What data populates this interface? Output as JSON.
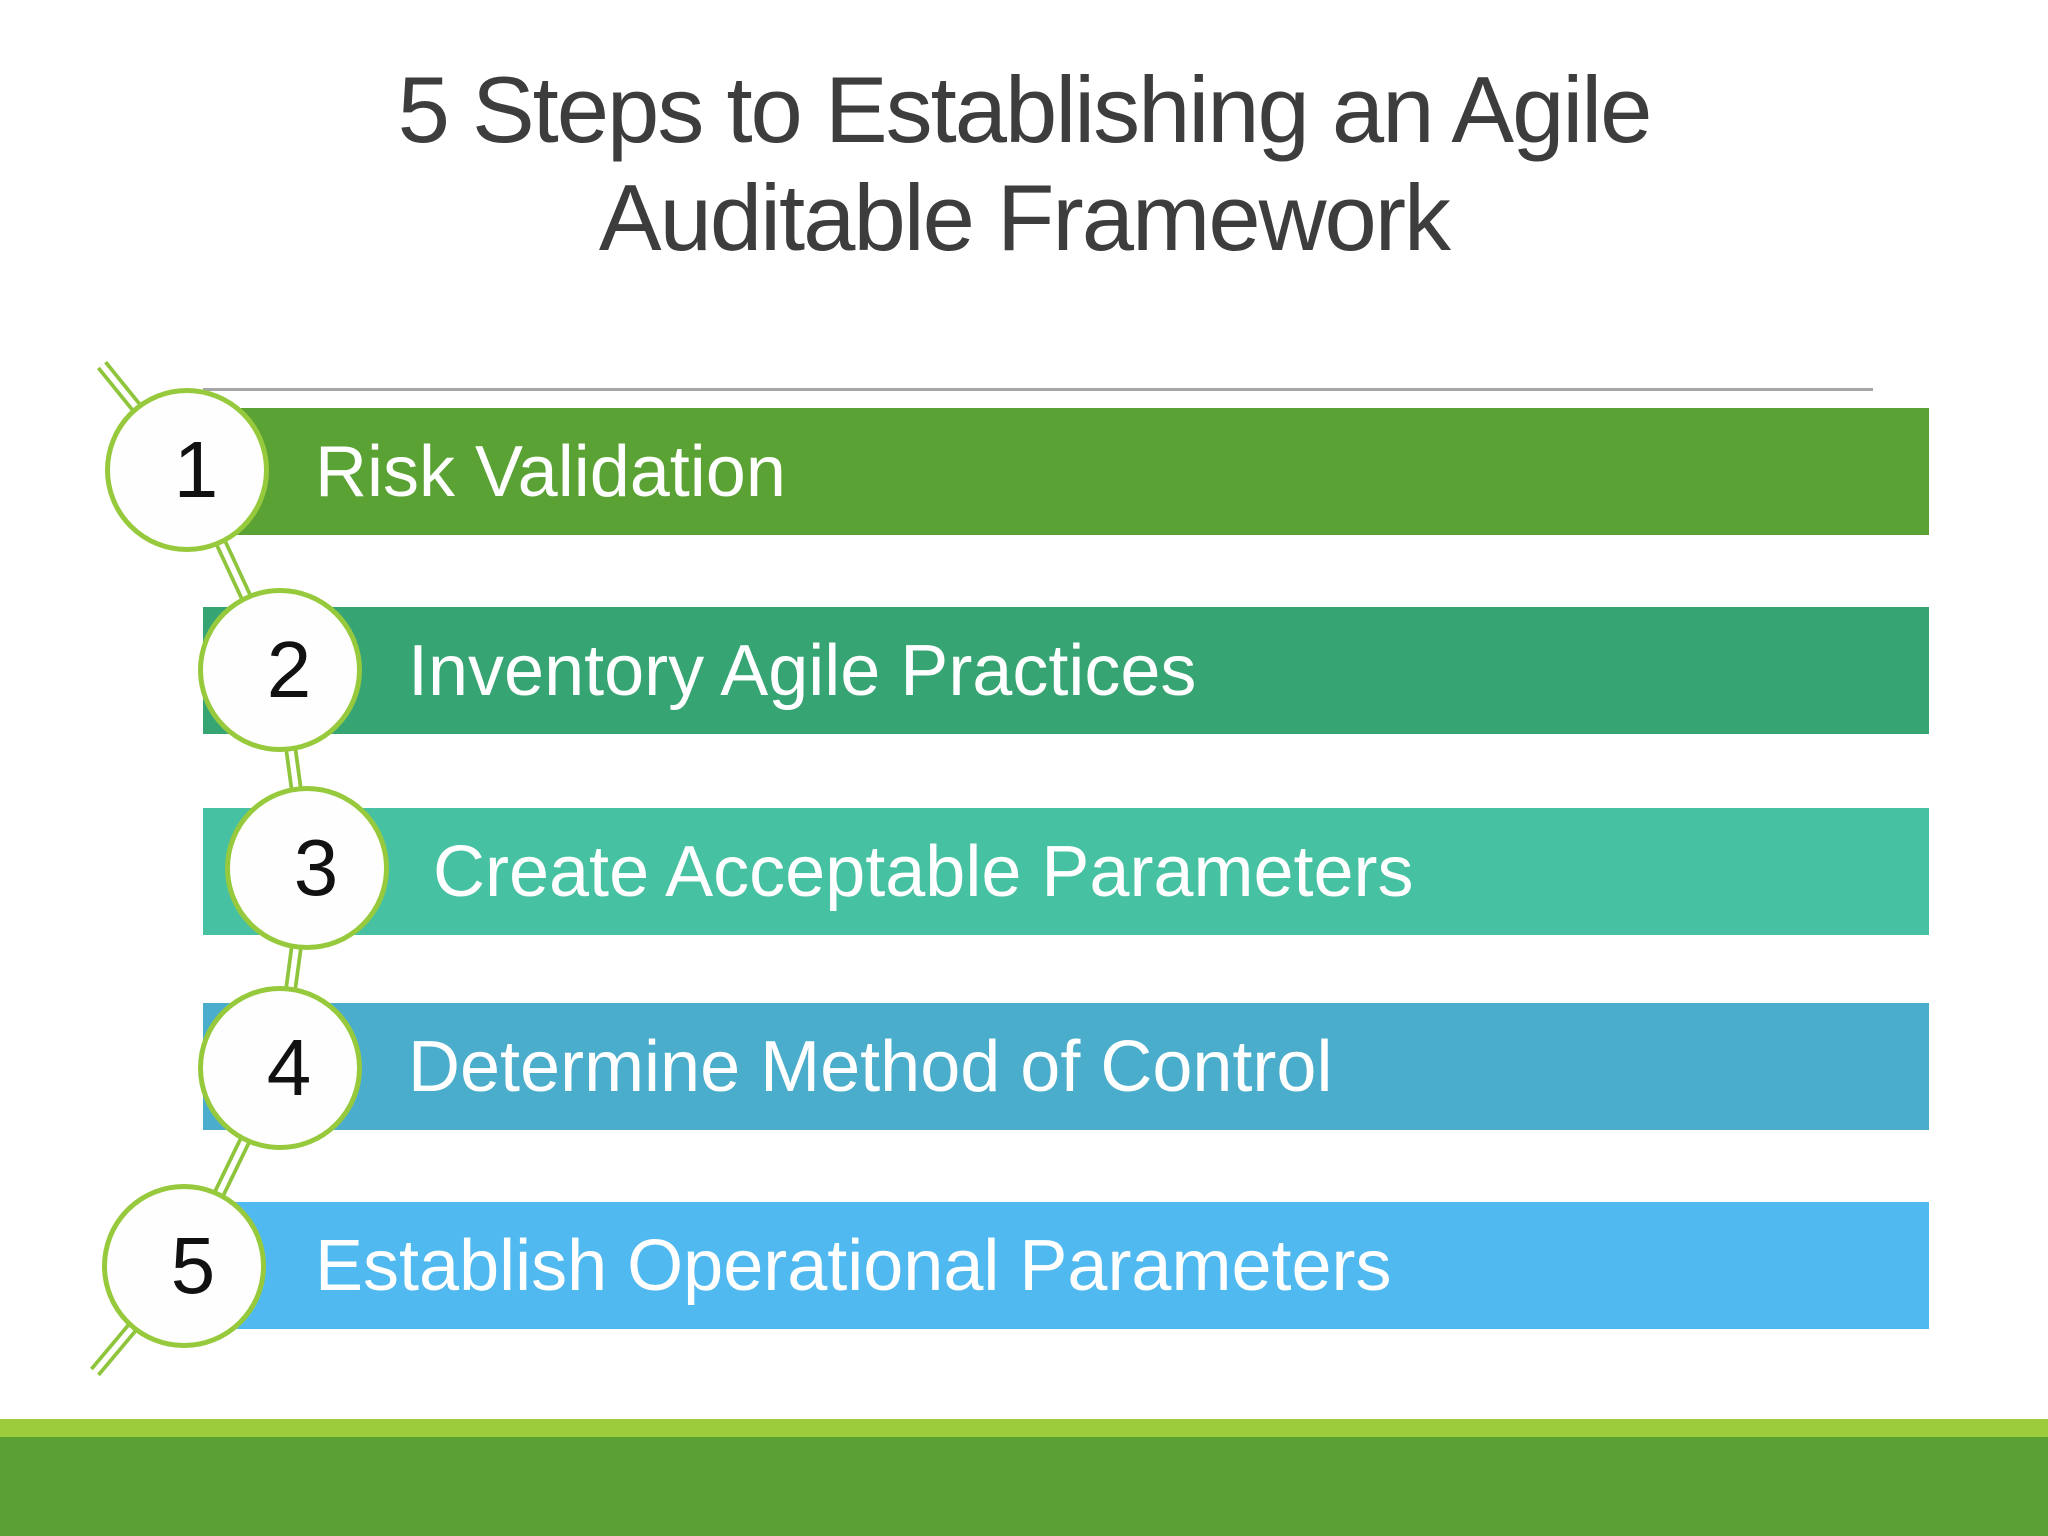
{
  "slide": {
    "title_lines": [
      "5 Steps to Establishing an Agile",
      "Auditable Framework"
    ],
    "title_color": "#3d3d3d",
    "steps": [
      {
        "number": "1",
        "label": "Risk Validation",
        "color": "#5aa233"
      },
      {
        "number": "2",
        "label": "Inventory Agile Practices",
        "color": "#36a573"
      },
      {
        "number": "3",
        "label": "Create Acceptable Parameters",
        "color": "#46c1a1"
      },
      {
        "number": "4",
        "label": "Determine Method of Control",
        "color": "#4aadcb"
      },
      {
        "number": "5",
        "label": "Establish Operational Parameters",
        "color": "#4fb9f0"
      }
    ],
    "accent": {
      "connector_green": "#8fc53c",
      "circle_border": "#97c93d",
      "rule_gray": "#a6a6a6",
      "footer_light_green": "#9ccb3c",
      "footer_dark_green": "#5ba033"
    }
  }
}
